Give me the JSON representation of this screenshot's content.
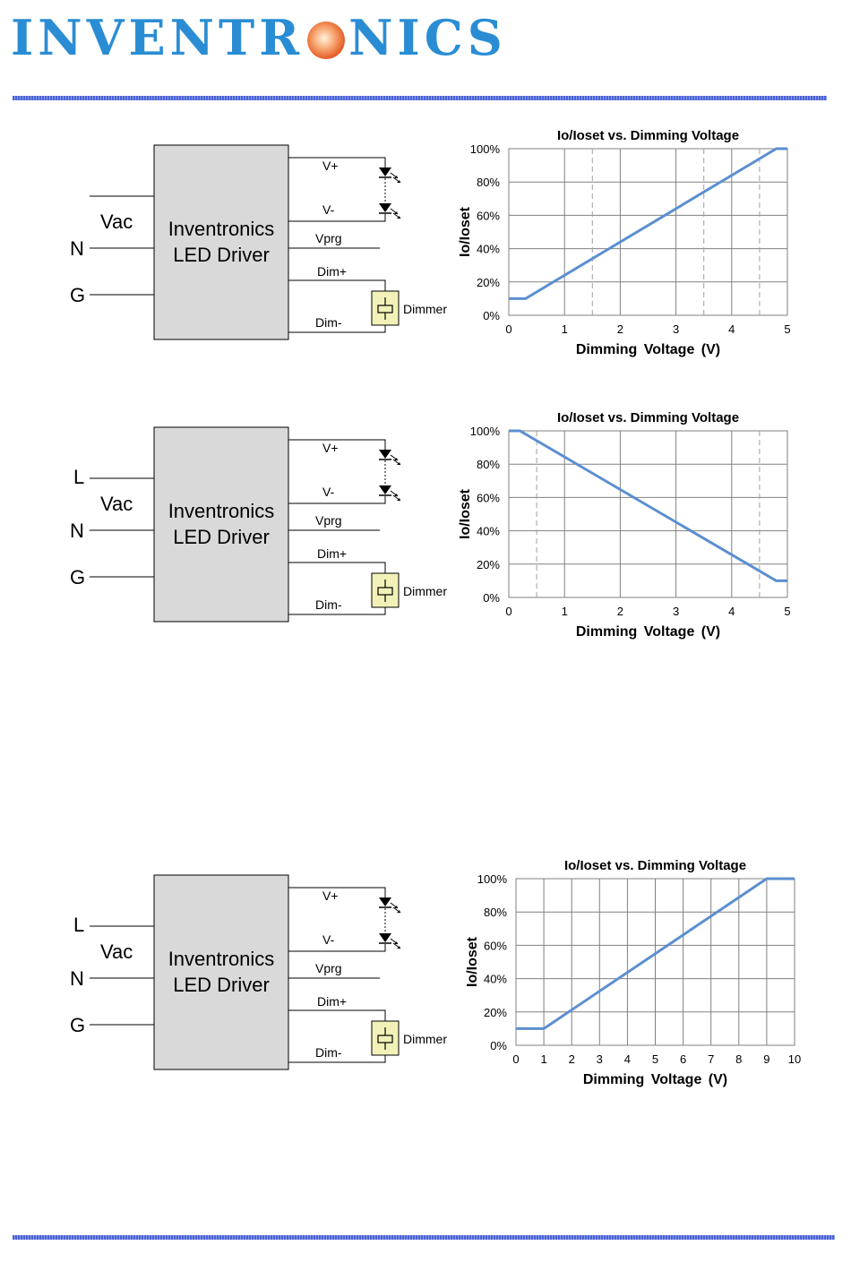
{
  "header": {
    "logo_text_left": "INVENTR",
    "logo_text_right": "NICS",
    "logo_color": "#2a8dd4",
    "rule_color": "#4a63d8"
  },
  "colors": {
    "box_fill": "#d9d9d9",
    "dimmer_fill": "#f2f2b8",
    "curve": "#5b8fd0",
    "grid": "#808080"
  },
  "diagrams": [
    {
      "input_labels": {
        "l": "",
        "vac": "Vac",
        "n": "N",
        "g": "G"
      },
      "driver_line1": "Inventronics",
      "driver_line2": "LED Driver",
      "pins": {
        "vplus": "V+",
        "vminus": "V-",
        "vprg": "Vprg",
        "dimplus": "Dim+",
        "dimminus": "Dim-"
      },
      "dimmer_label": "Dimmer"
    },
    {
      "input_labels": {
        "l": "L",
        "vac": "Vac",
        "n": "N",
        "g": "G"
      },
      "driver_line1": "Inventronics",
      "driver_line2": "LED Driver",
      "pins": {
        "vplus": "V+",
        "vminus": "V-",
        "vprg": "Vprg",
        "dimplus": "Dim+",
        "dimminus": "Dim-"
      },
      "dimmer_label": "Dimmer"
    },
    {
      "input_labels": {
        "l": "L",
        "vac": "Vac",
        "n": "N",
        "g": "G"
      },
      "driver_line1": "Inventronics",
      "driver_line2": "LED Driver",
      "pins": {
        "vplus": "V+",
        "vminus": "V-",
        "vprg": "Vprg",
        "dimplus": "Dim+",
        "dimminus": "Dim-"
      },
      "dimmer_label": "Dimmer"
    }
  ],
  "chart_data": [
    {
      "type": "line",
      "title": "Io/Ioset vs. Dimming Voltage",
      "xlabel": "Dimming Voltage (V)",
      "ylabel": "Io/Ioset",
      "xlim": [
        0,
        5
      ],
      "ylim": [
        0,
        100
      ],
      "xticks": [
        "0",
        "1",
        "2",
        "3",
        "4",
        "5"
      ],
      "yticks": [
        "0%",
        "20%",
        "40%",
        "60%",
        "80%",
        "100%"
      ],
      "major_x": [
        1,
        2,
        3,
        4
      ],
      "minor_x": [
        1.5,
        3.5,
        4.5
      ],
      "series": [
        {
          "x": [
            0,
            0.3,
            4.8,
            5
          ],
          "y": [
            10,
            10,
            100,
            100
          ]
        }
      ]
    },
    {
      "type": "line",
      "title": "Io/Ioset vs. Dimming Voltage",
      "xlabel": "Dimming Voltage (V)",
      "ylabel": "Io/Ioset",
      "xlim": [
        0,
        5
      ],
      "ylim": [
        0,
        100
      ],
      "xticks": [
        "0",
        "1",
        "2",
        "3",
        "4",
        "5"
      ],
      "yticks": [
        "0%",
        "20%",
        "40%",
        "60%",
        "80%",
        "100%"
      ],
      "major_x": [
        1,
        2,
        3,
        4
      ],
      "minor_x": [
        0.5,
        4.5
      ],
      "series": [
        {
          "x": [
            0,
            0.2,
            4.8,
            5
          ],
          "y": [
            100,
            100,
            10,
            10
          ]
        }
      ]
    },
    {
      "type": "line",
      "title": "Io/Ioset vs. Dimming Voltage",
      "xlabel": "Dimming Voltage (V)",
      "ylabel": "Io/Ioset",
      "xlim": [
        0,
        10
      ],
      "ylim": [
        0,
        100
      ],
      "xticks": [
        "0",
        "1",
        "2",
        "3",
        "4",
        "5",
        "6",
        "7",
        "8",
        "9",
        "10"
      ],
      "yticks": [
        "0%",
        "20%",
        "40%",
        "60%",
        "80%",
        "100%"
      ],
      "major_x": [
        1,
        2,
        3,
        4,
        5,
        6,
        7,
        8,
        9
      ],
      "minor_x": [],
      "series": [
        {
          "x": [
            0,
            1,
            9,
            10
          ],
          "y": [
            10,
            10,
            100,
            100
          ]
        }
      ]
    }
  ]
}
